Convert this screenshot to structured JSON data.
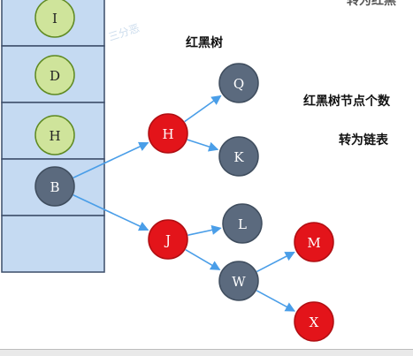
{
  "top_cut_text": "转为红黑",
  "watermark": "三分恶",
  "tree_title": "红黑树",
  "note": {
    "line1": "红黑树节点个数",
    "line2": "转为链表"
  },
  "colors": {
    "bucket_fill": "#c5daf2",
    "bucket_border": "#3c4d69",
    "list_node_fill": "#cfe49b",
    "list_node_border": "#5f8a22",
    "black_node_fill": "#5b6a7e",
    "black_node_border": "#3f4d5e",
    "red_node_fill": "#e3141a",
    "red_node_border": "#b00e12",
    "edge": "#4a9ee8"
  },
  "buckets": {
    "nodes": [
      {
        "id": "I",
        "label": "I",
        "type": "list"
      },
      {
        "id": "D",
        "label": "D",
        "type": "list"
      },
      {
        "id": "H1",
        "label": "H",
        "type": "list"
      },
      {
        "id": "B",
        "label": "B",
        "type": "black"
      }
    ]
  },
  "tree": {
    "nodes": [
      {
        "id": "H",
        "label": "H",
        "color": "red"
      },
      {
        "id": "Q",
        "label": "Q",
        "color": "black"
      },
      {
        "id": "K",
        "label": "K",
        "color": "black"
      },
      {
        "id": "J",
        "label": "J",
        "color": "red"
      },
      {
        "id": "L",
        "label": "L",
        "color": "black"
      },
      {
        "id": "W",
        "label": "W",
        "color": "black"
      },
      {
        "id": "M",
        "label": "M",
        "color": "red"
      },
      {
        "id": "X",
        "label": "X",
        "color": "red"
      }
    ],
    "edges": [
      {
        "from": "B",
        "to": "H"
      },
      {
        "from": "B",
        "to": "J"
      },
      {
        "from": "H",
        "to": "Q"
      },
      {
        "from": "H",
        "to": "K"
      },
      {
        "from": "J",
        "to": "L"
      },
      {
        "from": "J",
        "to": "W"
      },
      {
        "from": "W",
        "to": "M"
      },
      {
        "from": "W",
        "to": "X"
      }
    ]
  }
}
